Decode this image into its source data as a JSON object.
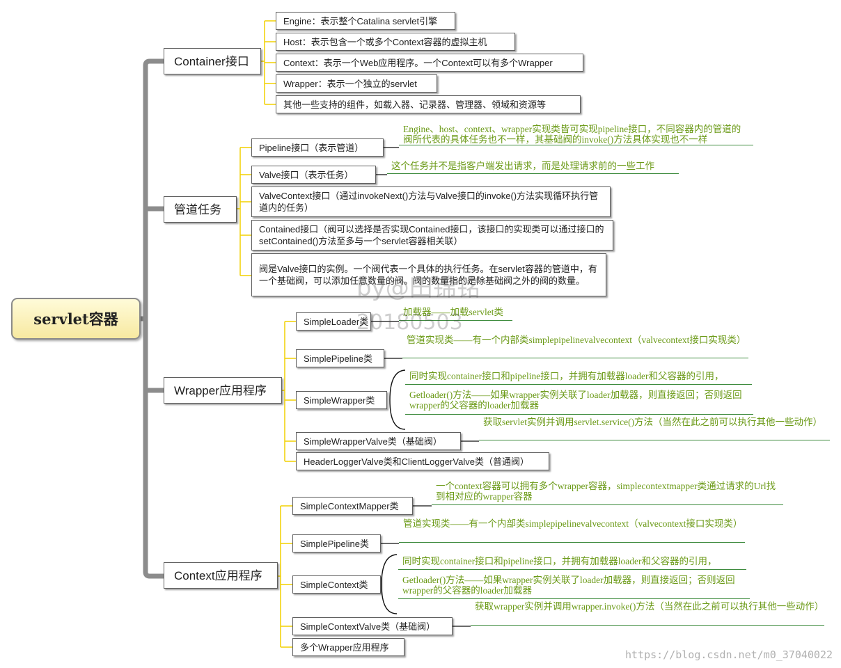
{
  "root": {
    "label": "servlet容器"
  },
  "branches": {
    "container": {
      "label": "Container接口",
      "children": [
        "Engine：表示整个Catalina servlet引擎",
        "Host：表示包含一个或多个Context容器的虚拟主机",
        "Context：表示一个Web应用程序。一个Context可以有多个Wrapper",
        "Wrapper：表示一个独立的servlet",
        "其他一些支持的组件，如载入器、记录器、管理器、领域和资源等"
      ]
    },
    "pipeline": {
      "label": "管道任务",
      "children": [
        "Pipeline接口（表示管道）",
        "Valve接口（表示任务）",
        "ValveContext接口（通过invokeNext()方法与Valve接口的invoke()方法实现循环执行管道内的任务）",
        "Contained接口（阀可以选择是否实现Contained接口，该接口的实现类可以通过接口的setContained()方法至多与一个servlet容器相关联）",
        "阀是Valve接口的实例。一个阀代表一个具体的执行任务。在servlet容器的管道中，有一个基础阀，可以添加任意数量的阀。阀的数量指的是除基础阀之外的阀的数量。"
      ],
      "notes": [
        "Engine、host、context、wrapper实现类皆可实现pipeline接口，不同容器内的管道的阀所代表的具体任务也不一样，其基础阀的invoke()方法具体实现也不一样",
        "这个任务并不是指客户端发出请求，而是处理请求前的一些工作"
      ]
    },
    "wrapper": {
      "label": "Wrapper应用程序",
      "children": [
        "SimpleLoader类",
        "SimplePipeline类",
        "SimpleWrapper类",
        "SimpleWrapperValve类（基础阀）",
        "HeaderLoggerValve类和ClientLoggerValve类（普通阀）"
      ],
      "notes": [
        "加载器——加载servlet类",
        "管道实现类——有一个内部类simplepipelinevalvecontext（valvecontext接口实现类）",
        "同时实现container接口和pipeline接口，并拥有加载器loader和父容器的引用，",
        "Getloader()方法——如果wrapper实例关联了loader加载器，则直接返回；否则返回wrapper的父容器的loader加载器",
        "获取servlet实例并调用servlet.service()方法（当然在此之前可以执行其他一些动作）"
      ]
    },
    "context": {
      "label": "Context应用程序",
      "children": [
        "SimpleContextMapper类",
        "SimplePipeline类",
        "SimpleContext类",
        "SimpleContextValve类（基础阀）",
        "多个Wrapper应用程序"
      ],
      "notes": [
        "一个context容器可以拥有多个wrapper容器，simplecontextmapper类通过请求的Url找到相对应的wrapper容器",
        "管道实现类——有一个内部类simplepipelinevalvecontext（valvecontext接口实现类）",
        "同时实现container接口和pipeline接口，并拥有加载器loader和父容器的引用，",
        "Getloader()方法——如果wrapper实例关联了loader加载器，则直接返回；否则返回wrapper的父容器的loader加载器",
        "获取wrapper实例并调用wrapper.invoke()方法（当然在此之前可以执行其他一些动作）"
      ]
    }
  },
  "watermark": {
    "line1": "by@田锦铭",
    "line2": "20180503"
  },
  "footer_url": "https://blog.csdn.net/m0_37040022",
  "colors": {
    "connector_main": "#8c8c8c",
    "connector_child": "#f2d100",
    "note_text": "#6b9a17",
    "note_underline": "#3c8a3c"
  }
}
